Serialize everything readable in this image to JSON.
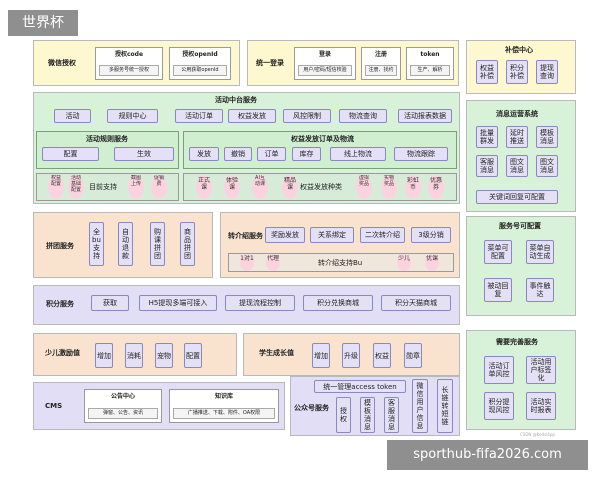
{
  "badge": "世界杯",
  "watermark": "sporthub-fifa2026.com",
  "csdn_mark": "CSDN @Kedsi4pp",
  "wx_auth": {
    "title": "微信授权",
    "code_title": "授权code",
    "code_desc": "多服务号统一授权",
    "openid_title": "授权openId",
    "openid_desc": "公用获取openId"
  },
  "unified_login": {
    "title": "统一登录",
    "login_title": "登录",
    "login_desc": "用户/密码/短信校验",
    "register_title": "注册",
    "register_desc": "注册、找约",
    "token_title": "token",
    "token_desc": "生产、解析"
  },
  "compensation": {
    "title": "补偿中心",
    "items": [
      "权益补偿",
      "积分补偿",
      "提现查询"
    ]
  },
  "activity_center": {
    "title": "活动中台服务",
    "items": [
      "活动",
      "规则中心",
      "活动订单",
      "权益发放",
      "风控限制",
      "物流查询",
      "活动报表数据"
    ]
  },
  "rules_service": {
    "title": "活动规则服务",
    "items": [
      "配置",
      "生效"
    ]
  },
  "rights_order": {
    "title": "权益发放订单及物流",
    "items": [
      "发放",
      "撤销",
      "订单",
      "库存",
      "线上物流",
      "物流跟踪"
    ]
  },
  "rule_types": {
    "pills": [
      "权益配置",
      "活动基础配置",
      "截图上传",
      "促销费"
    ],
    "label": "目前支持"
  },
  "rights_types": {
    "pills_left": [
      "正式课",
      "体验课",
      "AI互动课",
      "精品课"
    ],
    "label": "权益发放种类",
    "pills_right": [
      "虚拟奖品",
      "实物奖品",
      "彩虹币",
      "优惠券"
    ]
  },
  "msg_ops": {
    "title": "消息运营系统",
    "items": [
      "批量群发",
      "延时推送",
      "模板消息",
      "客服消息",
      "图文消息",
      "图文消息"
    ],
    "wide": "关键词回复可配置"
  },
  "group_buy": {
    "title": "拼团服务",
    "items": [
      "全bu支持",
      "自动退款",
      "购课拼团",
      "商品拼团"
    ]
  },
  "referral": {
    "title": "转介绍服务",
    "items": [
      "奖励发放",
      "关系绑定",
      "二次转介绍",
      "3级分销"
    ],
    "pills": [
      "1对1",
      "代理",
      "少儿",
      "优课"
    ],
    "label": "转介绍支持Bu"
  },
  "account_config": {
    "title": "服务号可配置",
    "items": [
      "菜单可配置",
      "菜单自动生成",
      "被动回复",
      "事件触达"
    ]
  },
  "points": {
    "title": "积分服务",
    "items": [
      "获取",
      "H5提现多端可接入",
      "提现流程控制",
      "积分兑换商城",
      "积分天猫商城"
    ]
  },
  "kids_incentive": {
    "title": "少儿激励值",
    "items": [
      "增加",
      "消耗",
      "宠物",
      "配置"
    ]
  },
  "growth": {
    "title": "学生成长值",
    "items": [
      "增加",
      "升级",
      "权益",
      "勋章"
    ]
  },
  "improve": {
    "title": "需要完善服务",
    "items": [
      "活动订单风控",
      "活动用户标签化",
      "积分提现风控",
      "活动实时报表"
    ]
  },
  "cms": {
    "title": "CMS",
    "notice_title": "公告中心",
    "notice_desc": "弹窗、公告、资讯",
    "kb_title": "知识库",
    "kb_desc": "广播推送、下载、附件、OA权限"
  },
  "official_account": {
    "title": "公众号服务",
    "unified": "统一管理access token",
    "items": [
      "授权",
      "模板消息",
      "客服消息",
      "微信用户信息",
      "长链转短链"
    ]
  }
}
